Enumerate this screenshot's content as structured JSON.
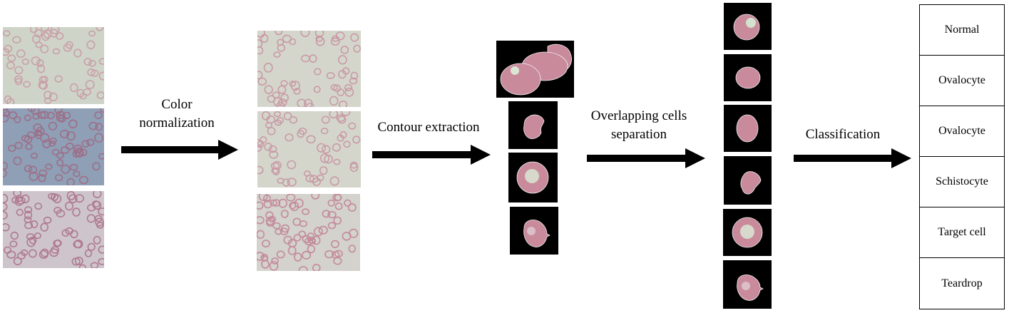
{
  "steps": {
    "color_normalization": {
      "line1": "Color",
      "line2": "normalization"
    },
    "contour_extraction": {
      "label": "Contour extraction"
    },
    "overlap_separation": {
      "line1": "Overlapping cells",
      "line2": "separation"
    },
    "classification": {
      "label": "Classification"
    }
  },
  "classes": [
    "Normal",
    "Ovalocyte",
    "Ovalocyte",
    "Schistocyte",
    "Target cell",
    "Teardrop"
  ],
  "colors": {
    "arrow": "#000000",
    "smear_bg_light": "#cfd4c8",
    "smear_bg_blue": "#8f9fb6",
    "smear_bg_pink": "#cdc4cc",
    "rbc": "#c98a9c",
    "crop_bg": "#000000"
  }
}
